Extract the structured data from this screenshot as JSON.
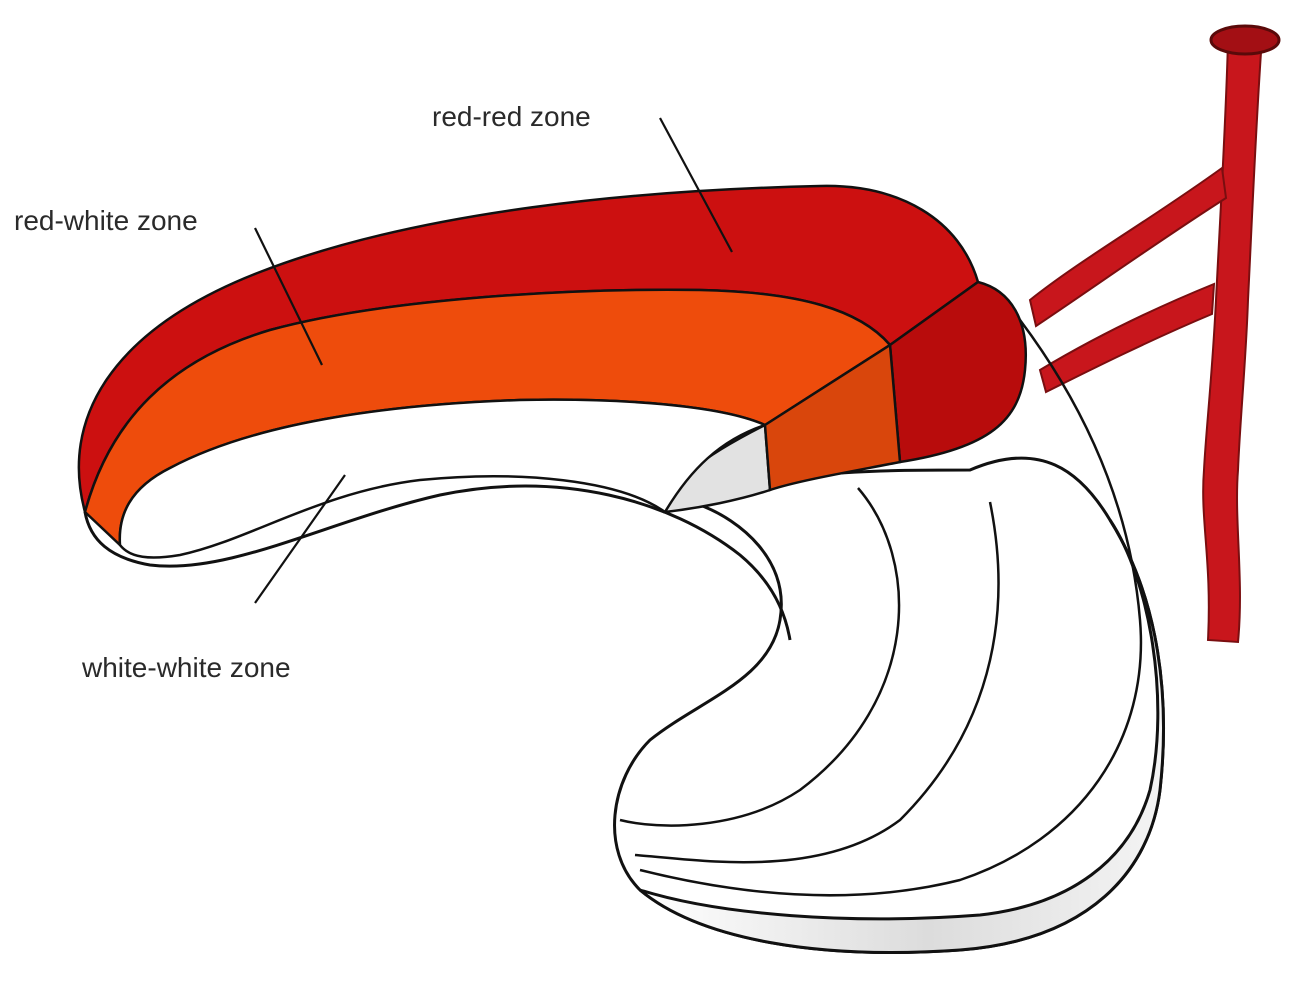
{
  "diagram": {
    "labels": {
      "red_red": "red-red zone",
      "red_white": "red-white zone",
      "white_white": "white-white zone"
    },
    "colors": {
      "red_red_zone": "#cc1010",
      "red_red_zone_cut": "#b80c0c",
      "red_white_zone": "#ee4c0c",
      "red_white_zone_cut": "#d9460c",
      "white_white_zone": "#ffffff",
      "shading": "#dcdcdc",
      "artery": "#c8161c",
      "outline": "#111111"
    }
  }
}
